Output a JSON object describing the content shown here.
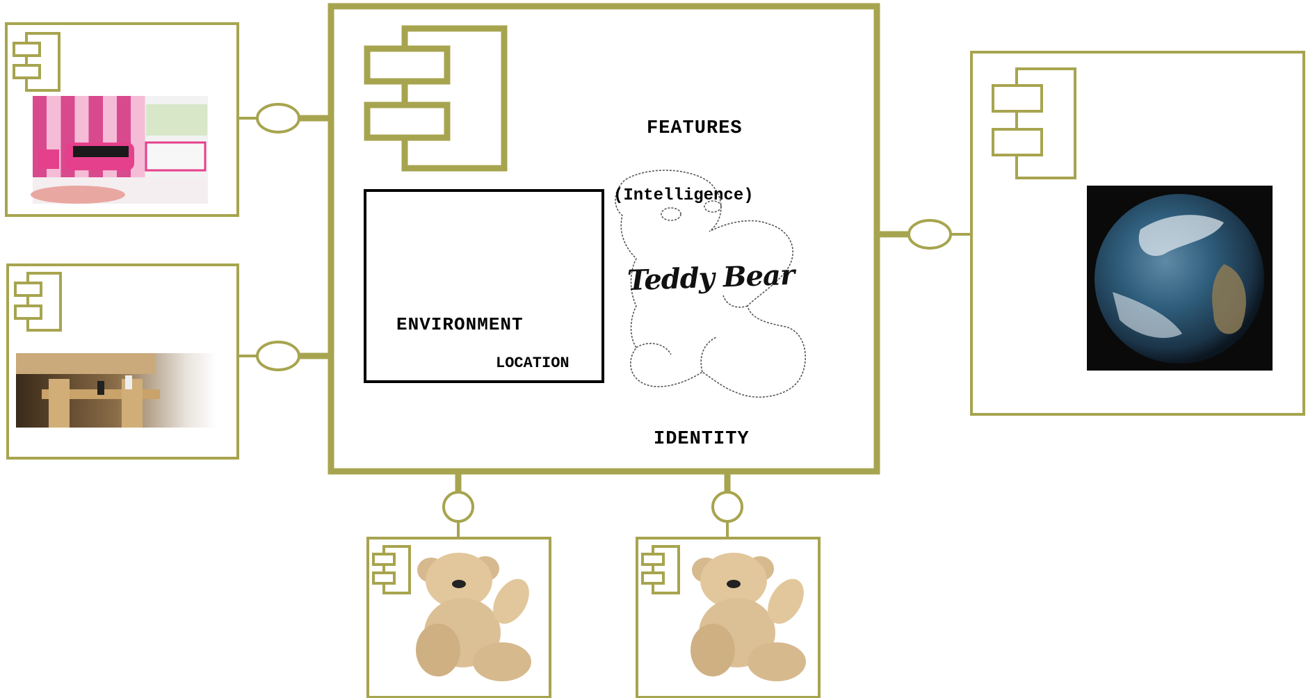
{
  "colors": {
    "olive": "#a7a44f",
    "frame": "#000000"
  },
  "main_component": {
    "features_label": "FEATURES",
    "intelligence_label": "(Intelligence)",
    "teddy_label": "Teddy Bear",
    "identity_label": "IDENTITY",
    "environment_label": "ENVIRONMENT",
    "location_label": "LOCATION"
  },
  "connected_components": [
    {
      "picture": "bedroom-photo"
    },
    {
      "picture": "dining-room-photo"
    },
    {
      "picture": "earth-globe-photo"
    },
    {
      "picture": "teddy-bear-photo"
    },
    {
      "picture": "teddy-bear-photo"
    }
  ]
}
